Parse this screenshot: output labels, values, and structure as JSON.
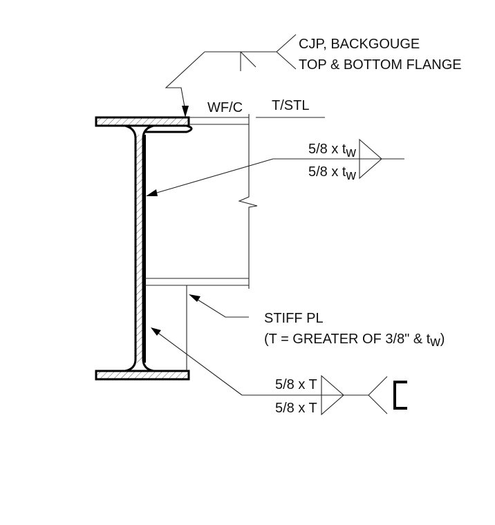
{
  "annotations": {
    "cjp_line1": "CJP, BACKGOUGE",
    "cjp_line2": "TOP & BOTTOM FLANGE",
    "wfc": "WF/C",
    "tstl": "T/STL",
    "web_weld_top": "5/8 x t",
    "web_weld_top_sub": "w",
    "web_weld_bottom": "5/8 x t",
    "web_weld_bottom_sub": "w",
    "stiff_line1": "STIFF PL",
    "stiff_line2_pre": "(T = GREATER OF 3/8\" & t",
    "stiff_line2_sub": "w",
    "stiff_line2_post": ")",
    "stiff_weld_top": "5/8 x T",
    "stiff_weld_bottom": "5/8 x T"
  }
}
